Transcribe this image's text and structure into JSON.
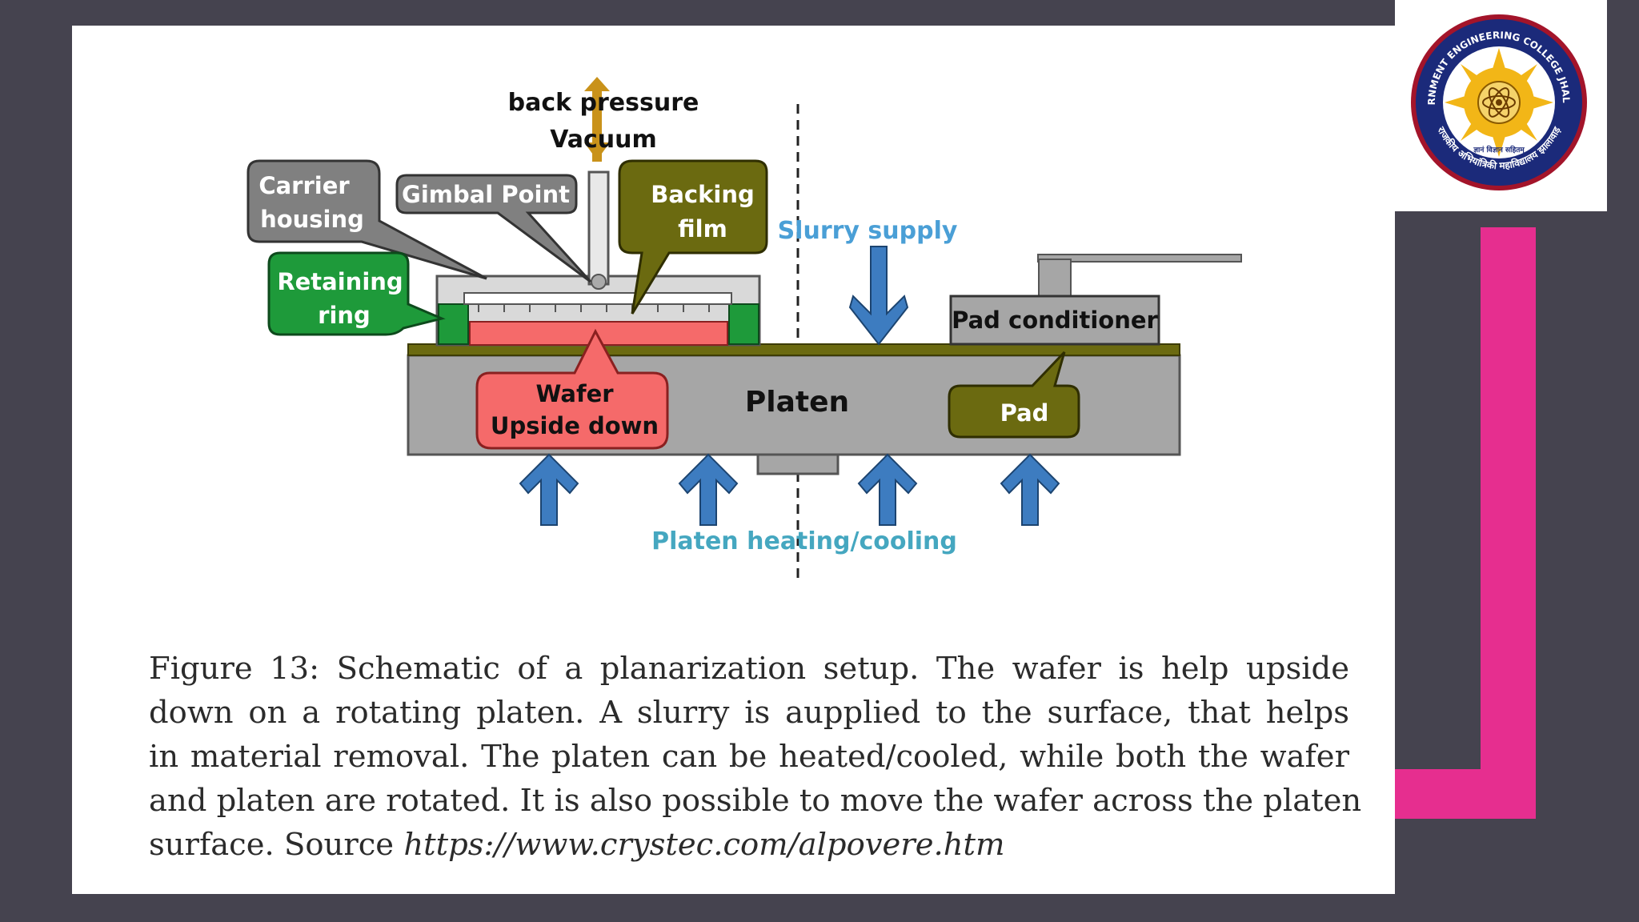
{
  "diagram": {
    "labels": {
      "back_pressure": "back pressure",
      "vacuum": "Vacuum",
      "carrier_housing": [
        "Carrier",
        "housing"
      ],
      "gimbal_point": "Gimbal Point",
      "backing_film": [
        "Backing",
        "film"
      ],
      "slurry_supply": "Slurry supply",
      "retaining_ring": [
        "Retaining",
        "ring"
      ],
      "pad_conditioner": "Pad conditioner",
      "wafer": [
        "Wafer",
        "Upside down"
      ],
      "platen": "Platen",
      "pad": "Pad",
      "platen_heating": "Platen heating/cooling"
    },
    "colors": {
      "gray_box": "#808080",
      "olive": "#6b6a10",
      "green": "#1e9a3a",
      "wafer_red": "#f56a6a",
      "platen": "#a6a6a6",
      "arrow_blue": "#3d7cc0",
      "slurry_text": "#4a9fd6",
      "heating_text": "#45a7c0"
    }
  },
  "caption": {
    "lines": [
      "Figure 13: Schematic of a planarization setup. The wafer is help upside",
      "down on a rotating platen. A slurry is aupplied to the surface, that helps",
      "in material removal. The platen can be heated/cooled, while both the wafer",
      "and platen are rotated. It is also possible to move the wafer across the platen"
    ],
    "last_line_prefix": "surface. Source ",
    "url": "https://www.crystec.com/alpovere.htm"
  },
  "logo": {
    "top_text": "GOVERNMENT ENGINEERING COLLEGE JHALAWAR",
    "bottom_text": "राजकीय अभियांत्रिकी महाविद्यालय झालावाड़",
    "motto": "ज्ञानं विज्ञान सहितम्"
  },
  "accent_color": "#e62e8f"
}
